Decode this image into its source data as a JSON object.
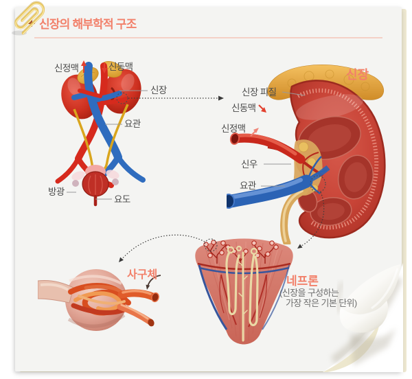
{
  "header": {
    "title": "신장의 해부학적 구조"
  },
  "urinary_diagram": {
    "renal_vein": "신정맥",
    "renal_artery": "신동맥",
    "kidney": "신장",
    "ureter": "요관",
    "bladder": "방광",
    "urethra": "요도"
  },
  "kidney_section": {
    "title": "신장",
    "renal_cortex": "신장 피질",
    "renal_artery": "신동맥",
    "renal_vein": "신정맥",
    "renal_pelvis": "신우",
    "ureter": "요관"
  },
  "nephron": {
    "title": "네프론",
    "subtitle_line1": "(신장을 구성하는",
    "subtitle_line2": "가장 작은 기본 단위)"
  },
  "glomerulus": {
    "title": "사구체"
  },
  "colors": {
    "accent": "#f2806a",
    "label_text": "#4a4a4a",
    "divider": "#f4d0c6",
    "plus_icon": "#a34a33"
  }
}
